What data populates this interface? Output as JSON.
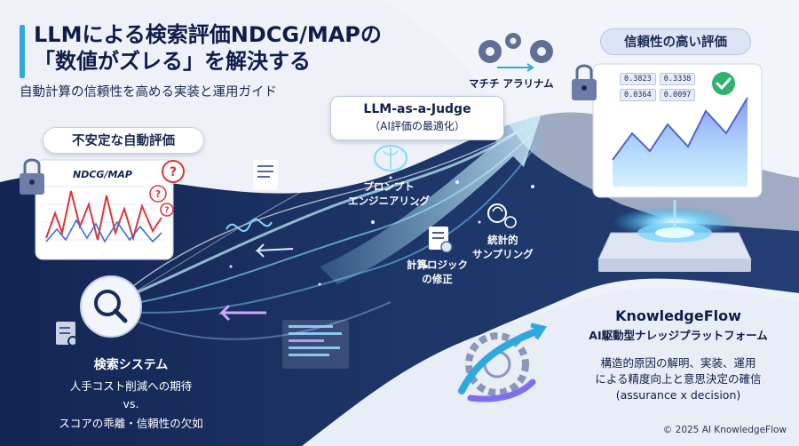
{
  "title": {
    "line1": "LLMによる検索評価NDCG/MAPの",
    "line2": "「数値がズレる」を解決する",
    "subtitle": "自動計算の信頼性を高める実装と運用ガイド"
  },
  "left": {
    "badge": "不安定な自動評価",
    "chart_title": "NDCG/MAP",
    "search_system": "検索システム",
    "expectation": "人手コスト削減への期待",
    "vs": "vs.",
    "problem": "スコアの乖離・信頼性の欠如"
  },
  "center": {
    "ribbon_title": "LLM-as-a-Judge",
    "ribbon_sub": "（AI評価の最適化）",
    "matching": "マチチ アラリナム",
    "prompt_line1": "プロンプト",
    "prompt_line2": "エンジニアリング",
    "stat_line1": "統計的",
    "stat_line2": "サンプリング",
    "logic_line1": "計算ロジック",
    "logic_line2": "の修正"
  },
  "right": {
    "badge": "信頼性の高い評価",
    "values": [
      [
        "0.3823",
        "0.3338"
      ],
      [
        "0.0364",
        "0.0097"
      ]
    ],
    "brand": "KnowledgeFlow",
    "brand_sub": "AI駆動型ナレッジプラットフォーム",
    "desc_line1": "構造的原因の解明、実装、運用",
    "desc_line2": "による精度向上と意思決定の確信",
    "desc_line3": "(assurance x decision)"
  },
  "footer": {
    "copyright": "© 2025 AI KnowledgeFlow"
  },
  "colors": {
    "navy": "#0f1d4a",
    "accent": "#2ea8e0",
    "dark_band": "#1a2c5c",
    "glow": "#7fd8ff",
    "alert": "#e0343a",
    "check": "#2fb56b"
  }
}
